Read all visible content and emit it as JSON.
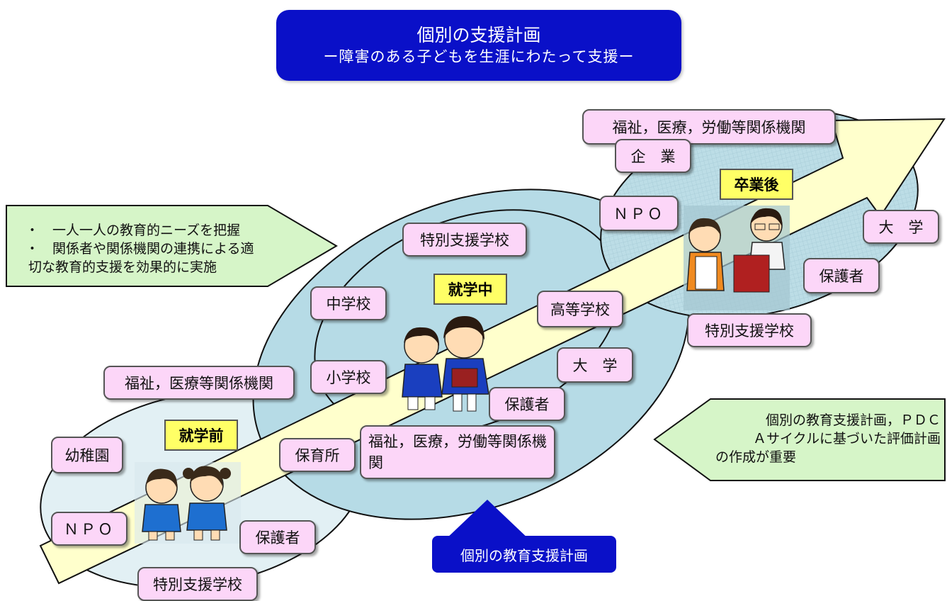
{
  "title": {
    "line1": "個別の支援計画",
    "line2": "ー障害のある子どもを生涯にわたって支援ー"
  },
  "stages": {
    "before": "就学前",
    "during": "就学中",
    "after": "卒業後"
  },
  "before_boxes": {
    "welfare": "福祉，医療等関係機関",
    "kindergarten": "幼稚園",
    "nursery": "保育所",
    "npo": "ＮＰＯ",
    "guardian": "保護者",
    "special_school": "特別支援学校"
  },
  "during_boxes": {
    "special_school": "特別支援学校",
    "junior_high": "中学校",
    "elementary": "小学校",
    "high_school": "高等学校",
    "university": "大　学",
    "guardian": "保護者",
    "welfare": "福祉，医療，労働等関係機関"
  },
  "after_boxes": {
    "welfare": "福祉，医療，労働等関係機関",
    "company": "企　業",
    "npo": "ＮＰＯ",
    "university": "大　学",
    "guardian": "保護者",
    "special_school": "特別支援学校"
  },
  "left_note": {
    "item1": "一人一人の教育的ニーズを把握",
    "item2": "関係者や関係機関の連携による適",
    "item2_cont": "切な教育的支援を効果的に実施"
  },
  "right_note": {
    "line1": "個別の教育支援計画，ＰＤＣ",
    "line2": "Ａサイクルに基づいた評価計画",
    "line3": "の作成が重要"
  },
  "bottom_label": "個別の教育支援計画",
  "colors": {
    "title_bg": "#0a10c8",
    "box_pink": "#fcd6f8",
    "stage_yellow": "#ffff66",
    "note_green": "#d6f5c8",
    "arrow_fill": "#ffffcc",
    "ellipse_fill": "#bcdde6"
  }
}
